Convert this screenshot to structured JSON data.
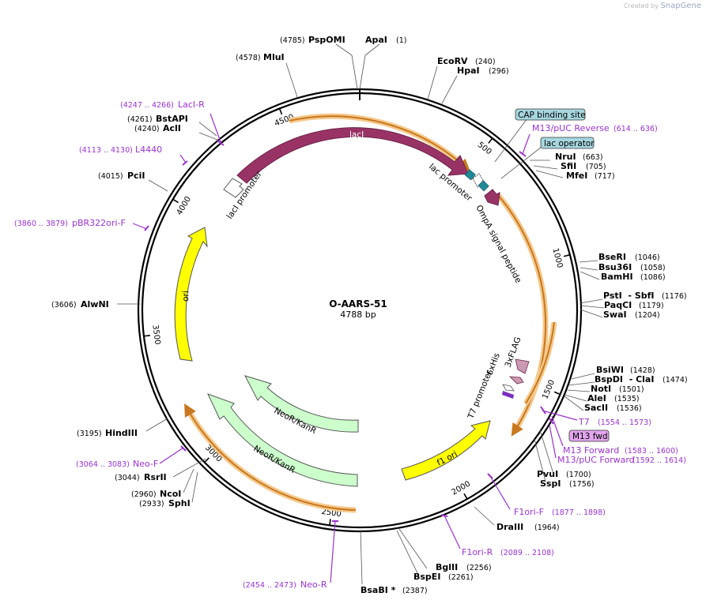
{
  "credit": {
    "prefix": "Created by",
    "brand": "SnapGene"
  },
  "plasmid": {
    "name": "O-AARS-51",
    "length_label": "4788 bp",
    "length": 4788
  },
  "ticks": [
    {
      "pos": 500,
      "label": "500"
    },
    {
      "pos": 1000,
      "label": "1000"
    },
    {
      "pos": 1500,
      "label": "1500"
    },
    {
      "pos": 2000,
      "label": "2000"
    },
    {
      "pos": 2500,
      "label": "2500"
    },
    {
      "pos": 3000,
      "label": "3000"
    },
    {
      "pos": 3500,
      "label": "3500"
    },
    {
      "pos": 4000,
      "label": "4000"
    },
    {
      "pos": 4500,
      "label": "4500"
    }
  ],
  "sites": [
    {
      "name": "PspOMI",
      "pos": "(4785)",
      "bp": 4785
    },
    {
      "name": "ApaI",
      "pos": "(1)",
      "bp": 1
    },
    {
      "name": "MluI",
      "pos": "(4578)",
      "bp": 4578
    },
    {
      "name": "EcoRV",
      "pos": "(240)",
      "bp": 240
    },
    {
      "name": "HpaI",
      "pos": "(296)",
      "bp": 296
    },
    {
      "name": "BstAPI",
      "pos": "(4261)",
      "bp": 4261
    },
    {
      "name": "AclI",
      "pos": "(4240)",
      "bp": 4240
    },
    {
      "name": "NruI",
      "pos": "(663)",
      "bp": 663
    },
    {
      "name": "SfiI",
      "pos": "(705)",
      "bp": 705
    },
    {
      "name": "MfeI",
      "pos": "(717)",
      "bp": 717
    },
    {
      "name": "PciI",
      "pos": "(4015)",
      "bp": 4015
    },
    {
      "name": "BseRI",
      "pos": "(1046)",
      "bp": 1046
    },
    {
      "name": "Bsu36I",
      "pos": "(1058)",
      "bp": 1058
    },
    {
      "name": "BamHI",
      "pos": "(1086)",
      "bp": 1086
    },
    {
      "name": "PstI  - SbfI",
      "pos": "(1176)",
      "bp": 1176
    },
    {
      "name": "PaqCI",
      "pos": "(1179)",
      "bp": 1179
    },
    {
      "name": "SwaI",
      "pos": "(1204)",
      "bp": 1204
    },
    {
      "name": "AlwNI",
      "pos": "(3606)",
      "bp": 3606
    },
    {
      "name": "BsiWI",
      "pos": "(1428)",
      "bp": 1428
    },
    {
      "name": "BspDI  - ClaI",
      "pos": "(1474)",
      "bp": 1474
    },
    {
      "name": "NotI",
      "pos": "(1501)",
      "bp": 1501
    },
    {
      "name": "AleI",
      "pos": "(1535)",
      "bp": 1535
    },
    {
      "name": "SacII",
      "pos": "(1536)",
      "bp": 1536
    },
    {
      "name": "HindIII",
      "pos": "(3195)",
      "bp": 3195
    },
    {
      "name": "RsrII",
      "pos": "(3044)",
      "bp": 3044
    },
    {
      "name": "NcoI",
      "pos": "(2960)",
      "bp": 2960
    },
    {
      "name": "SphI",
      "pos": "(2933)",
      "bp": 2933
    },
    {
      "name": "PvuI",
      "pos": "(1700)",
      "bp": 1700
    },
    {
      "name": "SspI",
      "pos": "(1756)",
      "bp": 1756
    },
    {
      "name": "DraIII",
      "pos": "(1964)",
      "bp": 1964
    },
    {
      "name": "BglII",
      "pos": "(2256)",
      "bp": 2256
    },
    {
      "name": "BspEI",
      "pos": "(2261)",
      "bp": 2261
    },
    {
      "name": "BsaBI *",
      "pos": "(2387)",
      "bp": 2387
    }
  ],
  "primers": [
    {
      "name": "LacI-R",
      "range": "(4247 .. 4266)"
    },
    {
      "name": "L4440",
      "range": "(4113 .. 4130)"
    },
    {
      "name": "pBR322ori-F",
      "range": "(3860 .. 3879)"
    },
    {
      "name": "M13/pUC Reverse",
      "range": "(614 .. 636)"
    },
    {
      "name": "T7",
      "range": "(1554 .. 1573)"
    },
    {
      "name": "M13 Forward",
      "range": "(1583 .. 1600)"
    },
    {
      "name": "M13/pUC Forward",
      "range": "(1592 .. 1614)"
    },
    {
      "name": "Neo-F",
      "range": "(3064 .. 3083)"
    },
    {
      "name": "F1ori-F",
      "range": "(1877 .. 1898)"
    },
    {
      "name": "F1ori-R",
      "range": "(2089 .. 2108)"
    },
    {
      "name": "Neo-R",
      "range": "(2454 .. 2473)"
    }
  ],
  "boxed_features": [
    {
      "label": "CAP binding site",
      "color": "#a6d7de"
    },
    {
      "label": "lac operator",
      "color": "#a6d7de"
    },
    {
      "label": "M13 fwd",
      "color": "#e2a6ec"
    }
  ],
  "features": [
    {
      "label": "lacI",
      "color": "#993366"
    },
    {
      "label": "lacI promoter",
      "color": "#ffffff"
    },
    {
      "label": "lac promoter",
      "color": "#ffffff"
    },
    {
      "label": "OmpA signal peptide",
      "color": "#993366"
    },
    {
      "label": "6xHis",
      "color": "#cc99b2"
    },
    {
      "label": "3xFLAG",
      "color": "#cc99b2"
    },
    {
      "label": "T7 promoter",
      "color": "#ffffff"
    },
    {
      "label": "ori",
      "color": "#ffff00"
    },
    {
      "label": "f1 ori",
      "color": "#ffff00"
    },
    {
      "label": "NeoR/KanR",
      "color": "#ccffcc"
    },
    {
      "label": "NeoR/KanR",
      "color": "#ccffcc"
    }
  ],
  "colors": {
    "backbone": "#000000",
    "orf_glow": "#f5c98c",
    "orf_line": "#c8781e",
    "primer": "#9a32cd"
  }
}
